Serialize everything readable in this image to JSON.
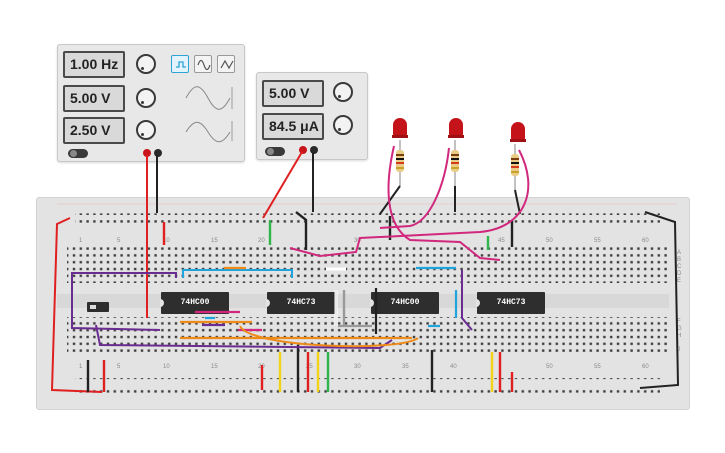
{
  "function_generator": {
    "frequency": "1.00 Hz",
    "amplitude": "5.00 V",
    "dc_offset": "2.50 V",
    "waveforms": [
      "square-wave-icon",
      "sine-wave-icon",
      "triangle-wave-icon"
    ],
    "selected_waveform": "square-wave-icon"
  },
  "power_supply": {
    "voltage": "5.00 V",
    "current": "84.5 μA"
  },
  "breadboard": {
    "chips": [
      {
        "label": "74HC00"
      },
      {
        "label": "74HC73"
      },
      {
        "label": "74HC00"
      },
      {
        "label": "74HC73"
      }
    ],
    "top_numbers": [
      "1",
      "5",
      "10",
      "15",
      "20",
      "25",
      "30",
      "35",
      "40",
      "45",
      "50",
      "55",
      "60"
    ],
    "bottom_numbers": [
      "1",
      "5",
      "10",
      "15",
      "20",
      "25",
      "30",
      "35",
      "40",
      "45",
      "50",
      "55",
      "60"
    ],
    "row_letters_top": [
      "A",
      "B",
      "C",
      "D",
      "E"
    ],
    "row_letters_bottom": [
      "F",
      "G",
      "H",
      "I",
      "J"
    ]
  },
  "leds": {
    "count": 3,
    "color": "red"
  },
  "colors": {
    "wire_red": "#e02020",
    "wire_black": "#222222",
    "wire_magenta": "#d1287e",
    "wire_orange": "#ee8a18",
    "wire_blue": "#1fa4dc",
    "wire_purple": "#6a2c91",
    "wire_green": "#2fb54a",
    "wire_yellow": "#f3d21a",
    "wire_white": "#ffffff",
    "wire_gray": "#999999"
  }
}
